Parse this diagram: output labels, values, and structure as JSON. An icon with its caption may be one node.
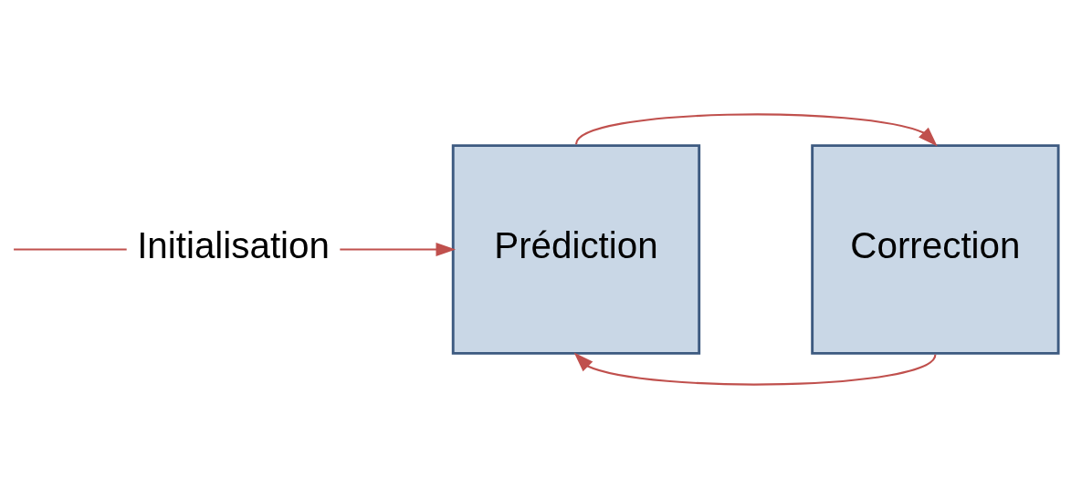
{
  "diagram": {
    "nodes": [
      {
        "text": [
          "Initialisation"
        ]
      },
      {
        "text": [
          "Prédiction"
        ]
      },
      {
        "text": [
          "Correction"
        ]
      }
    ],
    "edges": [
      {
        "from": null,
        "to": 0,
        "arrow": "none"
      },
      {
        "from": 0,
        "to": 1,
        "arrow": "to"
      },
      {
        "from": 1,
        "to": 2,
        "arrow": "to"
      },
      {
        "from": 2,
        "to": 1,
        "arrow": "to"
      }
    ]
  }
}
